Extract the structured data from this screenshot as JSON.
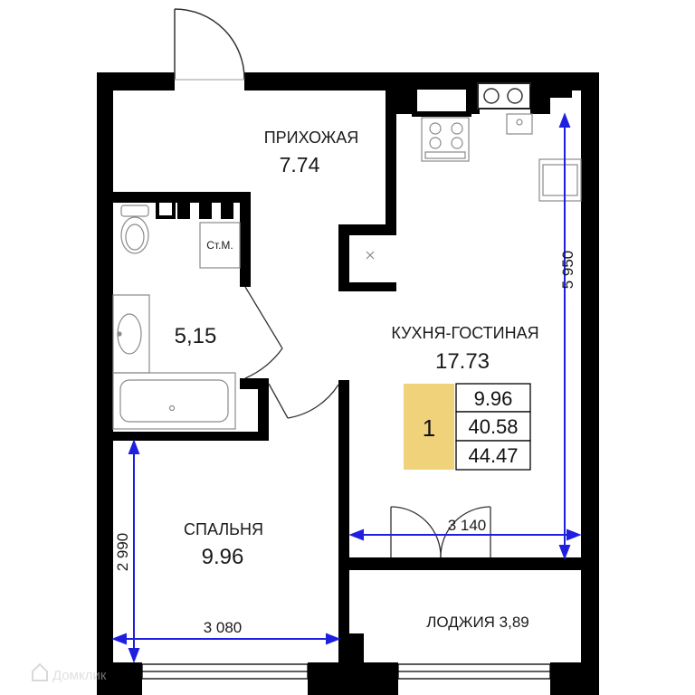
{
  "rooms": {
    "hall": {
      "name": "ПРИХОЖАЯ",
      "area": "7.74"
    },
    "bathroom": {
      "area": "5,15",
      "washer_label": "Ст.М."
    },
    "kitchen_living": {
      "name": "КУХНЯ-ГОСТИНАЯ",
      "area": "17.73"
    },
    "bedroom": {
      "name": "СПАЛЬНЯ",
      "area": "9.96"
    },
    "loggia": {
      "label": "ЛОДЖИЯ 3,89"
    }
  },
  "dimensions": {
    "kitchen_height": "5 950",
    "kitchen_width": "3 140",
    "bedroom_height": "2 990",
    "bedroom_width": "3 080"
  },
  "summary": {
    "rooms_count": "1",
    "living_area": "9.96",
    "area_without_loggia": "40.58",
    "total_area": "44.47"
  },
  "watermark": "Домклик",
  "colors": {
    "wall": "#000000",
    "dimension_line": "#1f1fe0",
    "summary_badge": "#f0d27a",
    "fixture": "#9a9a9a"
  }
}
